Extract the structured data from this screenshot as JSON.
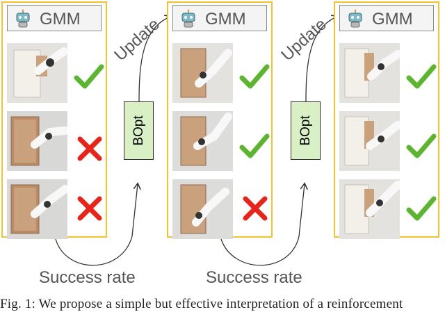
{
  "panels": [
    {
      "title": "GMM",
      "icon": "robot-icon",
      "outcomes": [
        "check",
        "cross",
        "cross"
      ]
    },
    {
      "title": "GMM",
      "icon": "robot-icon",
      "outcomes": [
        "check",
        "check",
        "cross"
      ]
    },
    {
      "title": "GMM",
      "icon": "robot-icon",
      "outcomes": [
        "check",
        "check",
        "check"
      ]
    }
  ],
  "optimizer_label": "BOpt",
  "update_label": "Update",
  "success_label": "Success rate",
  "caption": "Fig. 1: We propose a simple but effective interpretation of a reinforcement",
  "colors": {
    "panel_border": "#f2c230",
    "check": "#5bb52f",
    "cross": "#e8241a",
    "bopt_fill": "#d8f0c4"
  }
}
